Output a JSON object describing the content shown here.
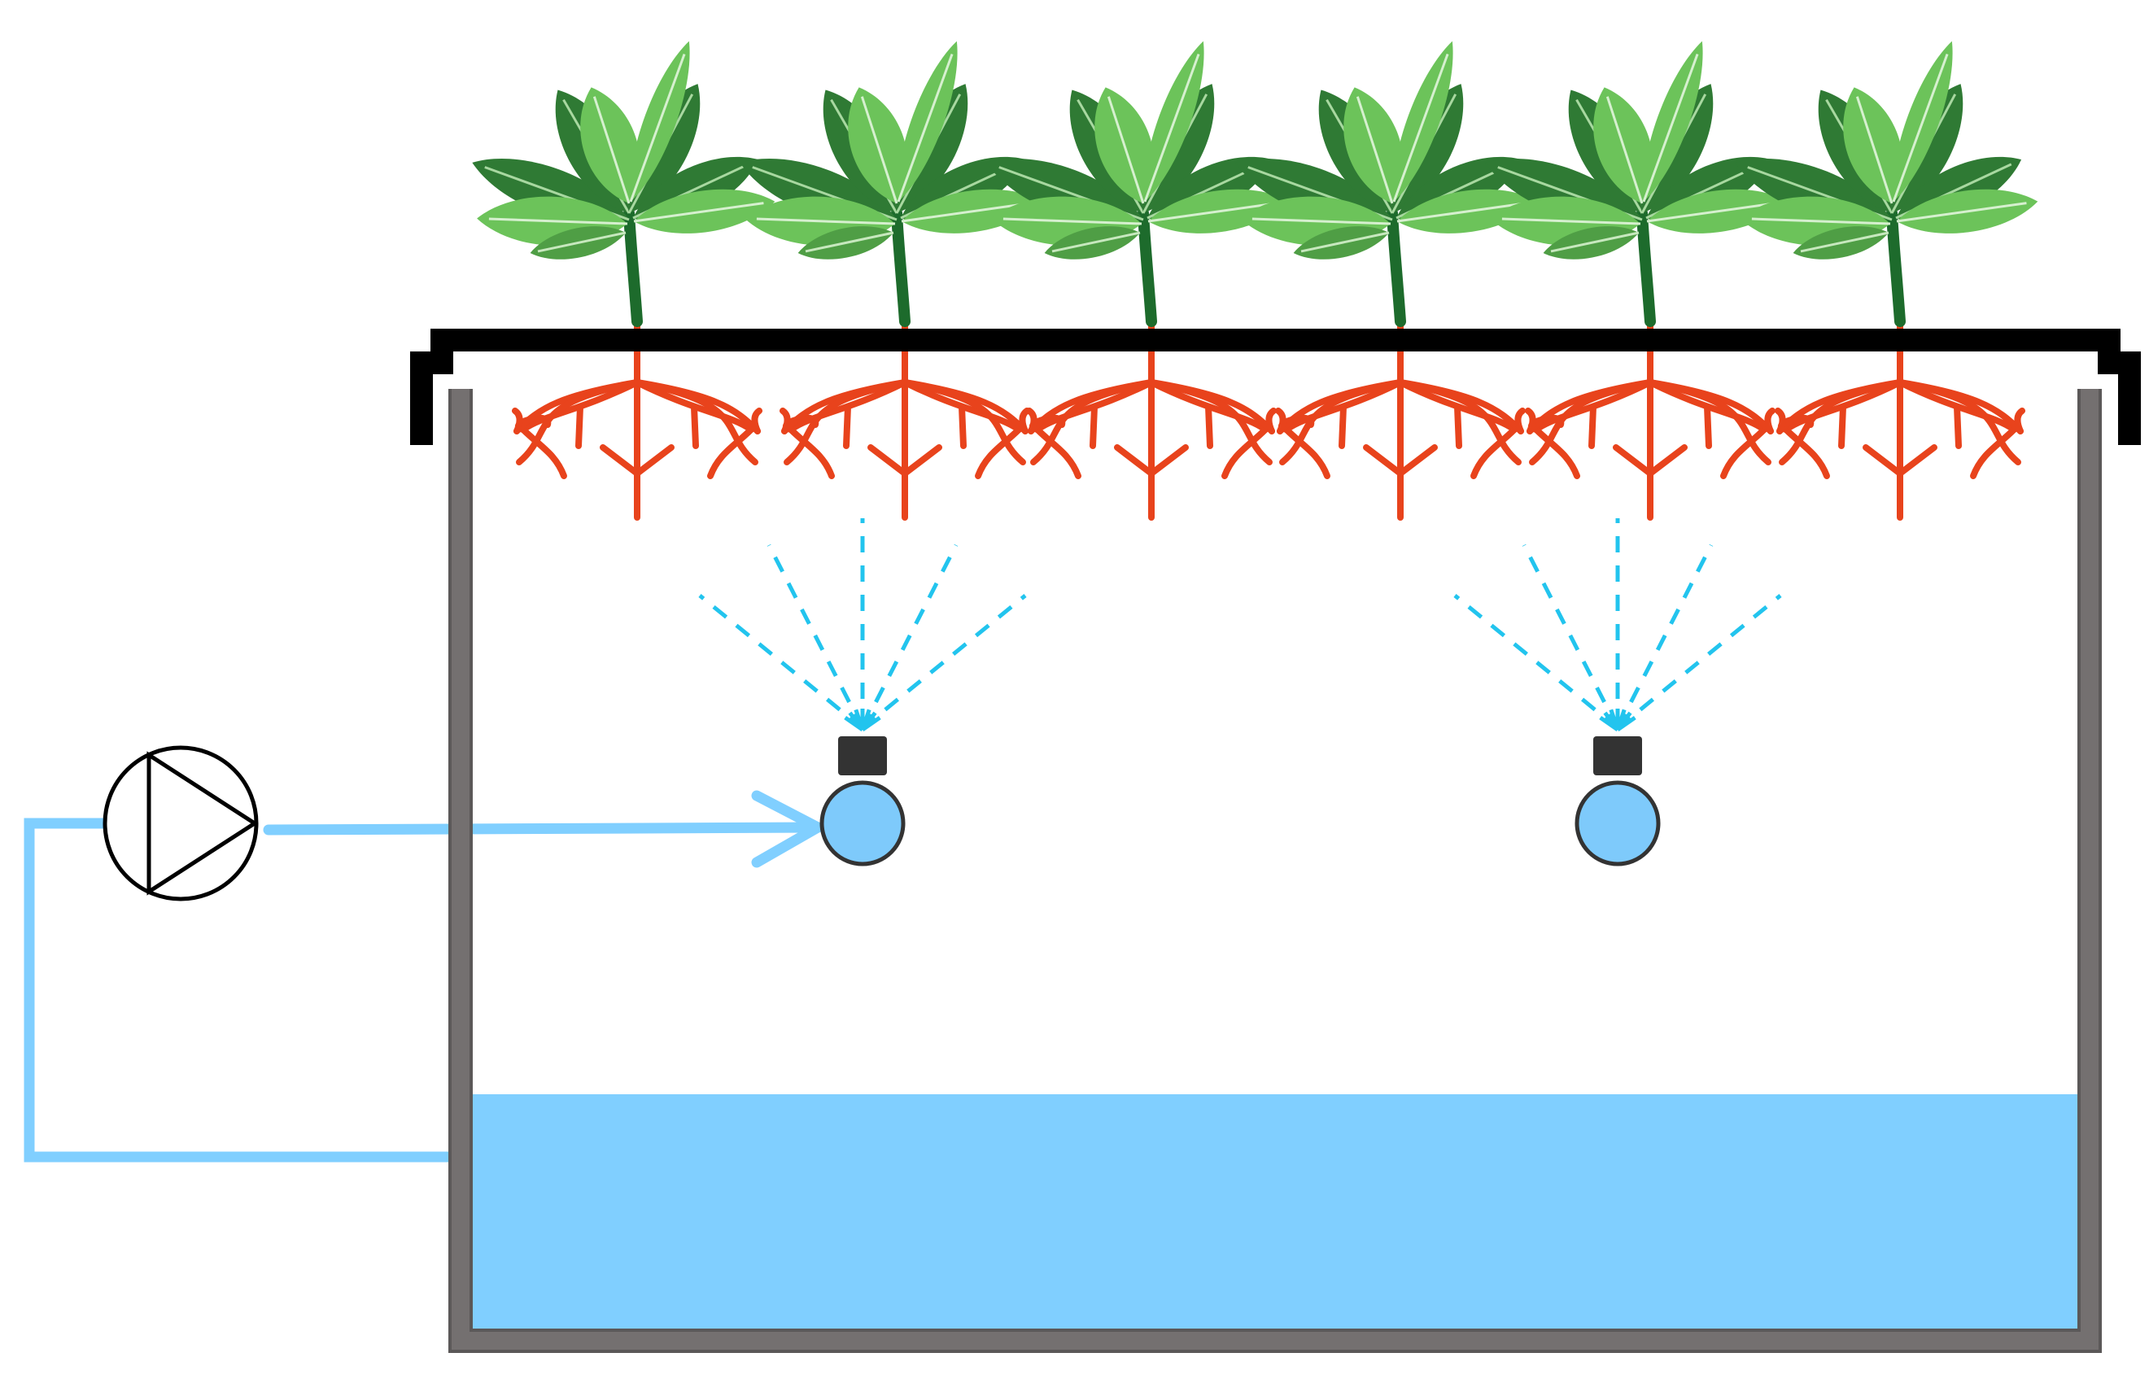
{
  "diagram": {
    "type": "aeroponic-system-schematic",
    "plant_count": 6,
    "nozzle_count": 2,
    "colors": {
      "tank_wall": "#747070",
      "lid": "#000000",
      "water": "#80cfff",
      "pipe": "#80cfff",
      "mist": "#22c4ee",
      "nozzle_cap": "#333333",
      "nozzle_ball": "#7ecafb",
      "roots": "#e8431c",
      "leaf_dark": "#2f7a34",
      "leaf_light": "#6cc35a",
      "stem": "#1d6b2c",
      "pump_stroke": "#000000"
    },
    "icons": {
      "pump": "pump-icon",
      "nozzle": "spray-nozzle-icon",
      "plant": "plant-icon",
      "roots": "root-system-icon"
    }
  }
}
